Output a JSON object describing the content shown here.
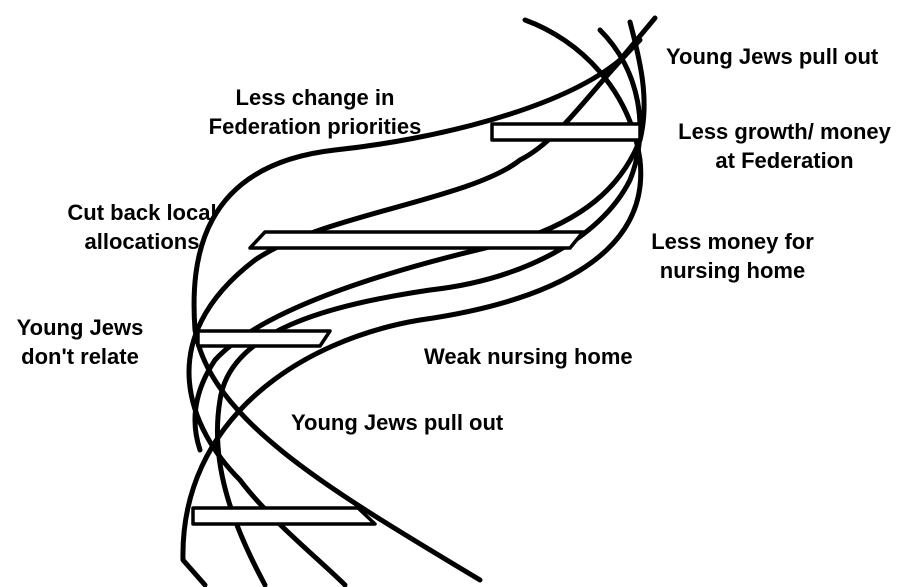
{
  "labels": {
    "young_jews_pull_out_top": "Young Jews pull out",
    "less_change_1": "Less change in",
    "less_change_2": "Federation priorities",
    "less_growth_1": "Less growth/ money",
    "less_growth_2": "at Federation",
    "cut_back_1": "Cut back local",
    "cut_back_2": "allocations",
    "less_money_1": "Less money for",
    "less_money_2": "nursing home",
    "young_jews_relate_1": "Young Jews",
    "young_jews_relate_2": "don't relate",
    "weak_nursing_home": "Weak nursing home",
    "young_jews_pull_out_bottom": "Young Jews pull out"
  }
}
